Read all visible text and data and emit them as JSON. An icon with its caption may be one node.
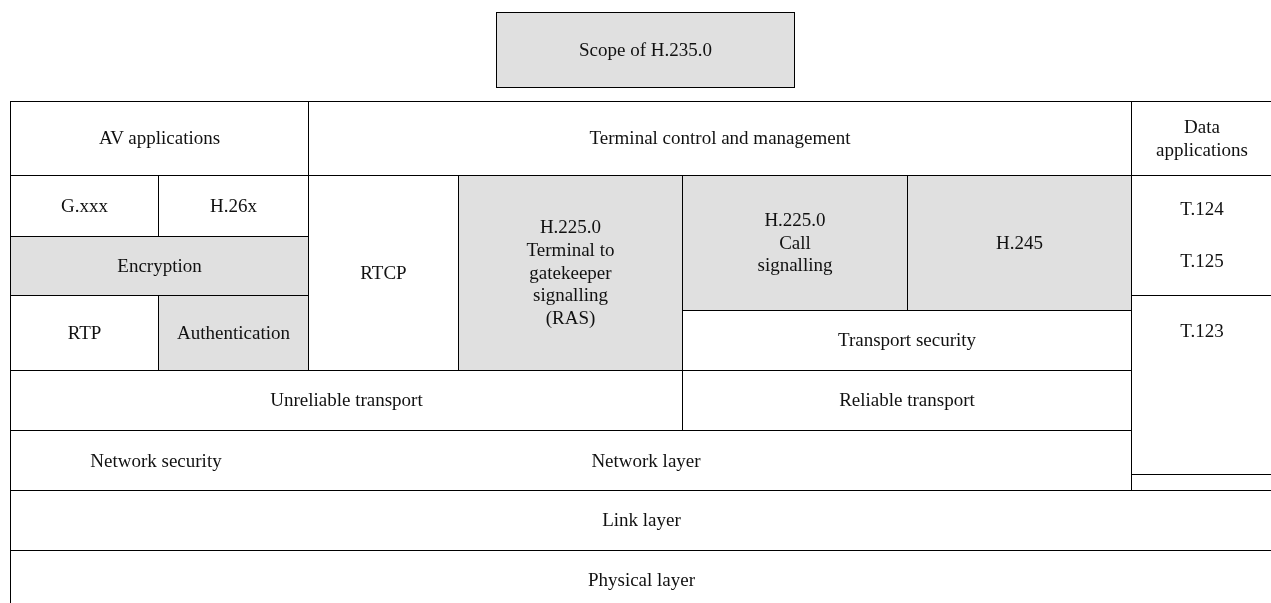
{
  "diagram": {
    "nodes": [
      {
        "text": [
          "AV applications"
        ]
      },
      {
        "text": [
          "Terminal control and management"
        ]
      },
      {
        "text": [
          "Data applications"
        ]
      },
      {
        "text": [
          "G.xxx"
        ]
      },
      {
        "text": [
          "H.26x"
        ]
      },
      {
        "text": [
          "RTCP"
        ]
      },
      {
        "text": [
          "H.225.0 Terminal to gatekeeper signalling (RAS)"
        ]
      },
      {
        "text": [
          "H.225.0 Call signalling"
        ]
      },
      {
        "text": [
          "H.245"
        ]
      },
      {
        "text": [
          "T.124",
          "T.125"
        ]
      },
      {
        "text": [
          "Encryption"
        ]
      },
      {
        "text": [
          "RTP"
        ]
      },
      {
        "text": [
          "Authentication"
        ]
      },
      {
        "text": [
          "Transport security"
        ]
      },
      {
        "text": [
          "T.123"
        ]
      },
      {
        "text": [
          "Unreliable transport"
        ]
      },
      {
        "text": [
          "Reliable transport"
        ]
      },
      {
        "text": [
          "Network security",
          "Network layer"
        ]
      },
      {
        "text": [
          "Link layer"
        ]
      },
      {
        "text": [
          "Physical layer"
        ]
      }
    ],
    "legend": [
      {
        "text": "Scope of H.235.0",
        "color": "#e0e0e0"
      }
    ]
  }
}
